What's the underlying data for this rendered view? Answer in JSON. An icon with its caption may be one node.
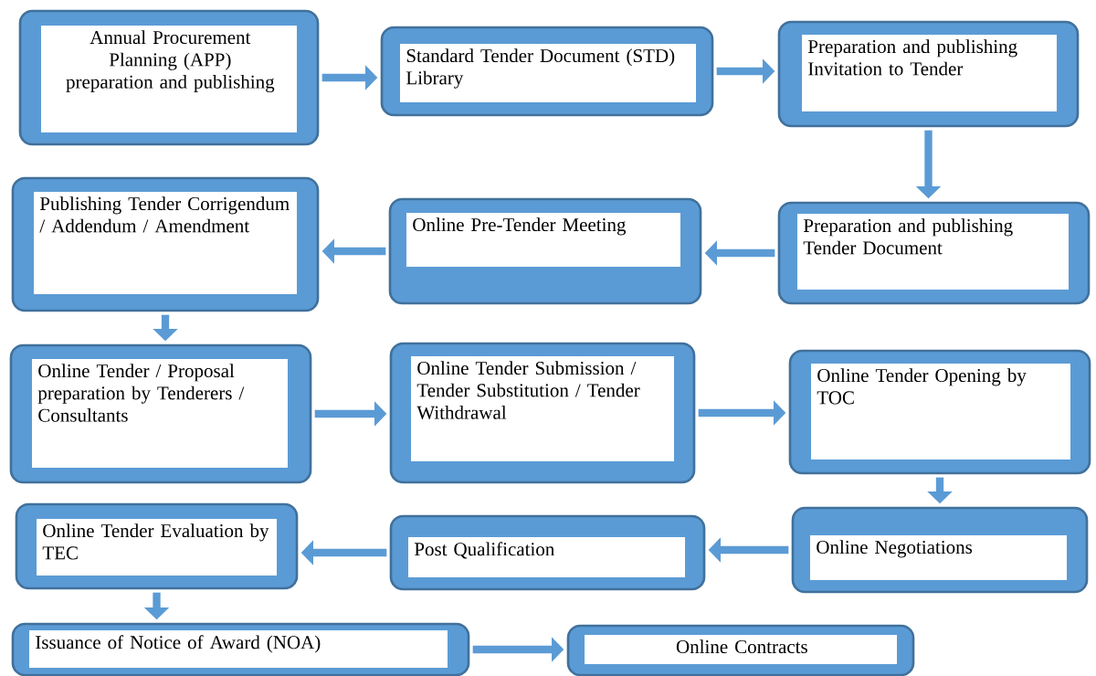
{
  "diagram": {
    "nodes": [
      {
        "text": [
          "Annual Procurement Planning (APP) preparation and publishing"
        ]
      },
      {
        "text": [
          "Standard Tender Document (STD) Library"
        ]
      },
      {
        "text": [
          "Preparation and publishing Invitation to Tender"
        ]
      },
      {
        "text": [
          "Publishing Tender Corrigendum / Addendum / Amendment"
        ]
      },
      {
        "text": [
          "Online Pre-Tender Meeting"
        ]
      },
      {
        "text": [
          "Preparation and publishing Tender Document"
        ]
      },
      {
        "text": [
          "Online Tender / Proposal preparation by Tenderers / Consultants"
        ]
      },
      {
        "text": [
          "Online Tender Submission / Tender Substitution / Tender Withdrawal"
        ]
      },
      {
        "text": [
          "Online Tender Opening by TOC"
        ]
      },
      {
        "text": [
          "Online Tender Evaluation by TEC"
        ]
      },
      {
        "text": [
          "Post Qualification"
        ]
      },
      {
        "text": [
          "Online Negotiations"
        ]
      },
      {
        "text": [
          "Issuance of Notice of Award (NOA)"
        ]
      },
      {
        "text": [
          "Online Contracts"
        ]
      }
    ],
    "edges": [
      {
        "from": 0,
        "to": 1,
        "arrow": "to"
      },
      {
        "from": 1,
        "to": 2,
        "arrow": "to"
      },
      {
        "from": 2,
        "to": 5,
        "arrow": "to"
      },
      {
        "from": 5,
        "to": 4,
        "arrow": "to"
      },
      {
        "from": 4,
        "to": 3,
        "arrow": "to"
      },
      {
        "from": 3,
        "to": 6,
        "arrow": "to"
      },
      {
        "from": 6,
        "to": 7,
        "arrow": "to"
      },
      {
        "from": 7,
        "to": 8,
        "arrow": "to"
      },
      {
        "from": 8,
        "to": 11,
        "arrow": "to"
      },
      {
        "from": 11,
        "to": 10,
        "arrow": "to"
      },
      {
        "from": 10,
        "to": 9,
        "arrow": "to"
      },
      {
        "from": 9,
        "to": 12,
        "arrow": "to"
      },
      {
        "from": 12,
        "to": 13,
        "arrow": "to"
      }
    ]
  }
}
